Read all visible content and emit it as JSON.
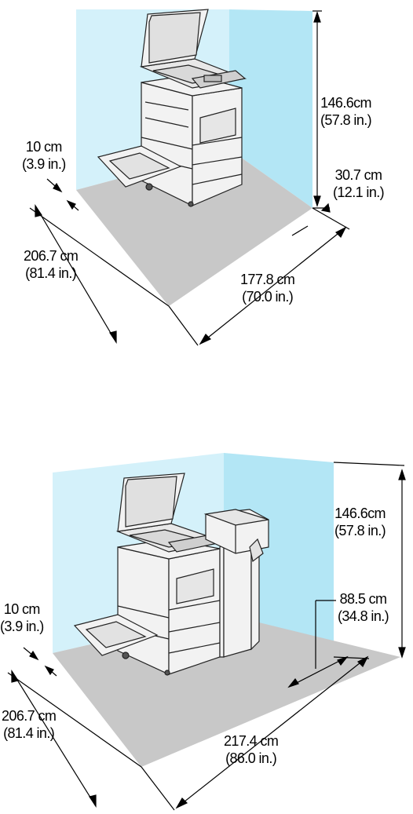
{
  "colors": {
    "wall_light": "#d4f1fa",
    "wall_dark": "#b3e6f5",
    "floor": "#c8c8c8",
    "machine_body": "#f2f2f2",
    "machine_line": "#222222",
    "dimension_line": "#000000"
  },
  "top_diagram": {
    "height": {
      "metric": "146.6cm",
      "imperial": "(57.8 in.)"
    },
    "rear_clearance": {
      "metric": "30.7 cm",
      "imperial": "(12.1 in.)"
    },
    "side_clearance": {
      "metric": "10 cm",
      "imperial": "(3.9 in.)"
    },
    "depth": {
      "metric": "206.7 cm",
      "imperial": "(81.4 in.)"
    },
    "width": {
      "metric": "177.8 cm",
      "imperial": "(70.0 in.)"
    }
  },
  "bottom_diagram": {
    "height": {
      "metric": "146.6cm",
      "imperial": "(57.8 in.)"
    },
    "finisher_width": {
      "metric": "88.5 cm",
      "imperial": "(34.8 in.)"
    },
    "side_clearance": {
      "metric": "10 cm",
      "imperial": "(3.9 in.)"
    },
    "depth": {
      "metric": "206.7 cm",
      "imperial": "(81.4 in.)"
    },
    "width": {
      "metric": "217.4 cm",
      "imperial": "(86.0 in.)"
    }
  }
}
